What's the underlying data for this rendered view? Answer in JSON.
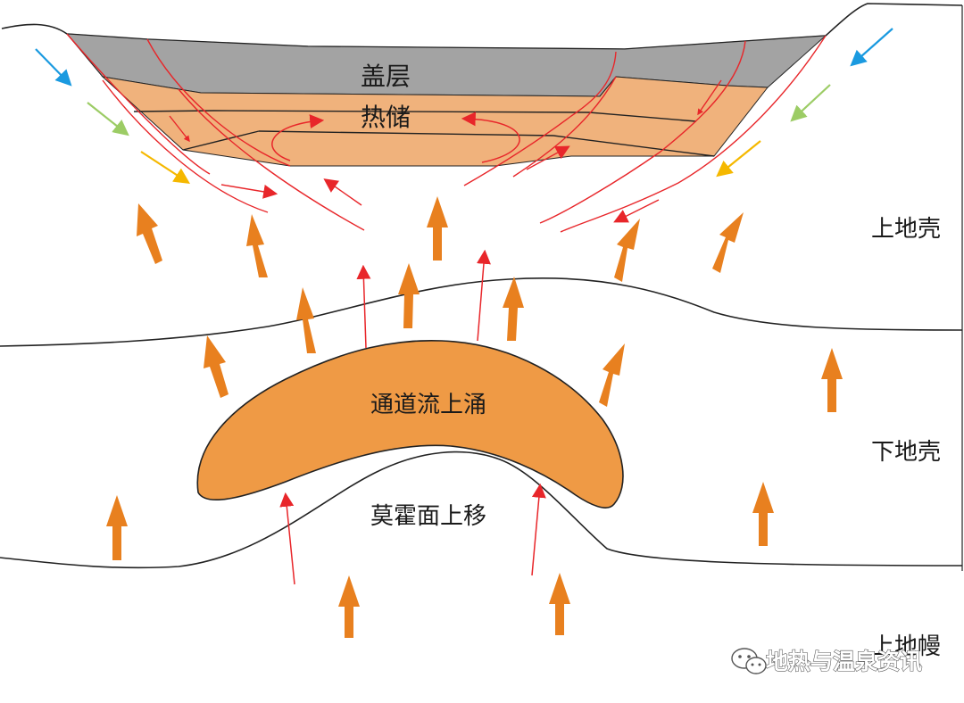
{
  "labels": {
    "cap_layer": "盖层",
    "thermal_reservoir": "热储",
    "upper_crust": "上地壳",
    "lower_crust": "下地壳",
    "upper_mantle": "上地幔",
    "channel_flow": "通道流上涌",
    "moho_uplift": "莫霍面上移"
  },
  "watermark": {
    "text": "地热与温泉资讯",
    "icon": "wechat-icon"
  },
  "colors": {
    "cap_layer": "#a3a3a3",
    "reservoir": "#f0b27c",
    "channel_flow": "#ef9a45",
    "heat_arrow": "#e8801f",
    "fault": "#e8262a",
    "water_blue": "#1a9ae0",
    "water_green": "#9ccc65",
    "water_yellow": "#f5b800",
    "outline": "#222222"
  }
}
